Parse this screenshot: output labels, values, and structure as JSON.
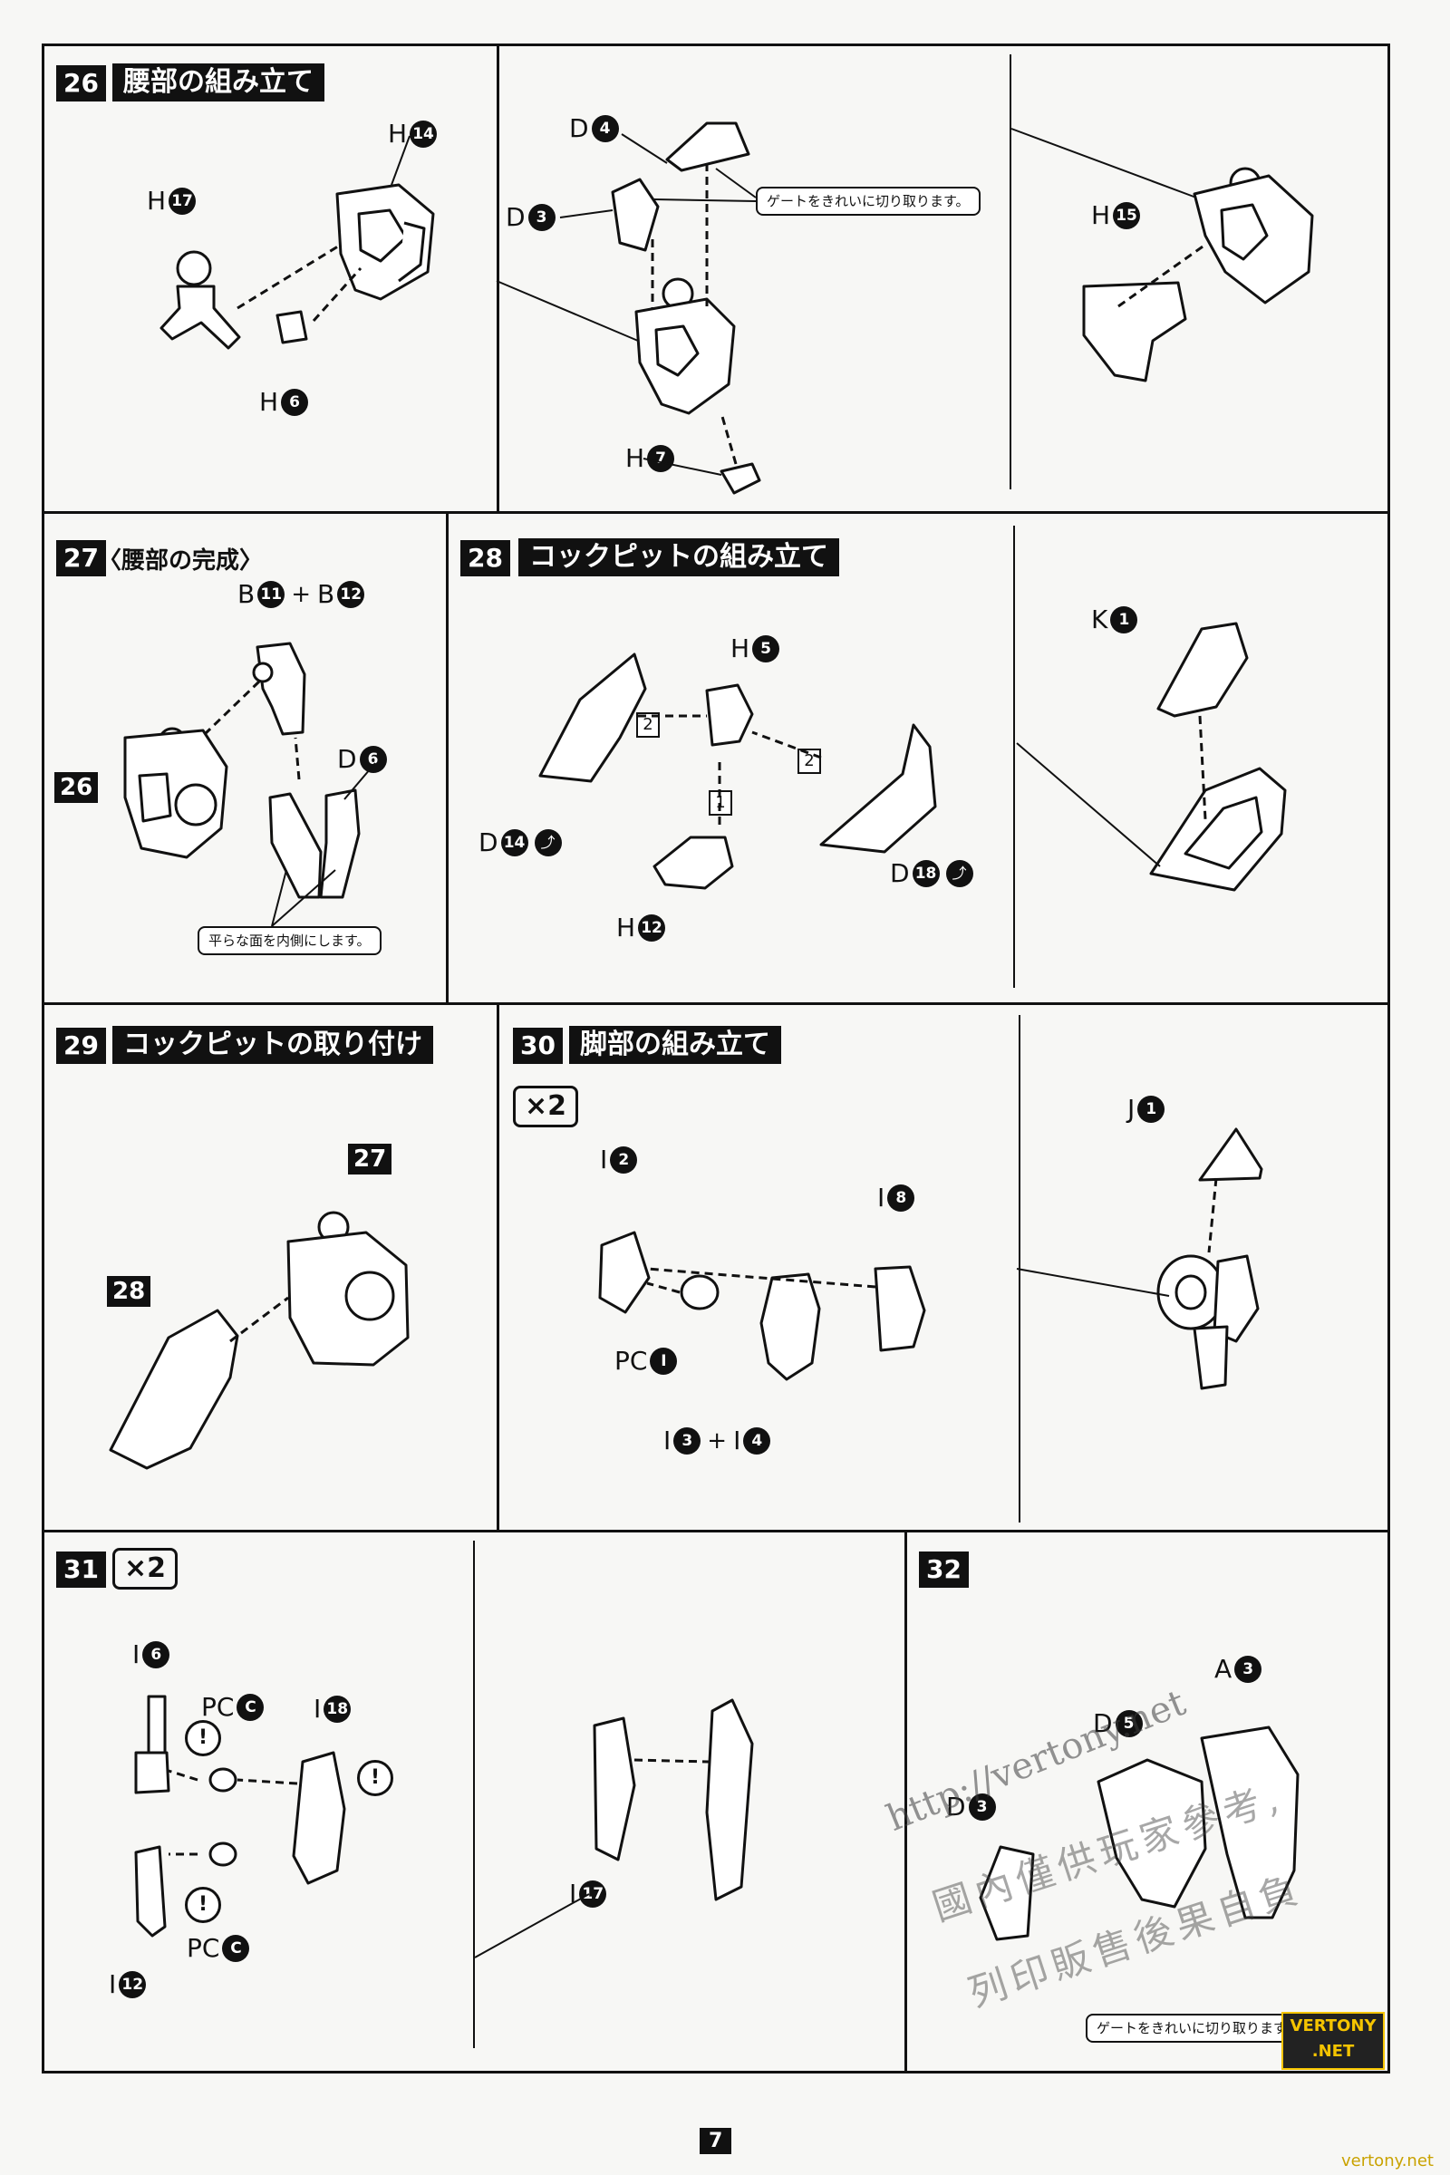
{
  "page_number": "7",
  "steps": {
    "s26": {
      "num": "26",
      "title": "腰部の組み立て",
      "note": "ゲートをきれいに切り取ります。"
    },
    "s27": {
      "num": "27",
      "title": "〈腰部の完成〉",
      "note": "平らな面を内側にします。",
      "ref": "26"
    },
    "s28": {
      "num": "28",
      "title": "コックピットの組み立て"
    },
    "s29": {
      "num": "29",
      "title": "コックピットの取り付け",
      "ref_a": "27",
      "ref_b": "28"
    },
    "s30": {
      "num": "30",
      "title": "脚部の組み立て",
      "multiplier": "×2"
    },
    "s31": {
      "num": "31",
      "multiplier": "×2"
    },
    "s32": {
      "num": "32",
      "note": "ゲートをきれいに切り取ります。"
    }
  },
  "labels": {
    "h14": {
      "letter": "H",
      "n": "14"
    },
    "h17": {
      "letter": "H",
      "n": "17"
    },
    "h6": {
      "letter": "H",
      "n": "6"
    },
    "d4": {
      "letter": "D",
      "n": "4"
    },
    "d3": {
      "letter": "D",
      "n": "3"
    },
    "h7": {
      "letter": "H",
      "n": "7"
    },
    "h15": {
      "letter": "H",
      "n": "15"
    },
    "b11": {
      "letter": "B",
      "n": "11"
    },
    "b12": {
      "letter": "B",
      "n": "12"
    },
    "d6": {
      "letter": "D",
      "n": "6"
    },
    "h5": {
      "letter": "H",
      "n": "5"
    },
    "d14": {
      "letter": "D",
      "n": "14"
    },
    "d18": {
      "letter": "D",
      "n": "18"
    },
    "h12": {
      "letter": "H",
      "n": "12"
    },
    "k1": {
      "letter": "K",
      "n": "1"
    },
    "i2": {
      "letter": "I",
      "n": "2"
    },
    "i8": {
      "letter": "I",
      "n": "8"
    },
    "pci": {
      "letter": "PC",
      "n": "I"
    },
    "i3": {
      "letter": "I",
      "n": "3"
    },
    "i4": {
      "letter": "I",
      "n": "4"
    },
    "j1": {
      "letter": "J",
      "n": "1"
    },
    "i6": {
      "letter": "I",
      "n": "6"
    },
    "pcc1": {
      "letter": "PC",
      "n": "C"
    },
    "i18": {
      "letter": "I",
      "n": "18"
    },
    "i12": {
      "letter": "I",
      "n": "12"
    },
    "pcc2": {
      "letter": "PC",
      "n": "C"
    },
    "i17": {
      "letter": "I",
      "n": "17"
    },
    "a3": {
      "letter": "A",
      "n": "3"
    },
    "d5": {
      "letter": "D",
      "n": "5"
    },
    "d8": {
      "letter": "D",
      "n": "3"
    }
  },
  "plus": "+",
  "step_order": {
    "one": "1",
    "two": "2"
  },
  "exclamation": "!",
  "glue_icon": "⤴",
  "watermark": {
    "line1": "http://vertony.net",
    "line2": "國內僅供玩家參考,",
    "line3": "列印販售後果自負"
  },
  "logo_text": {
    "line1": "VERTONY",
    "line2": ".NET"
  },
  "footer_url": "vertony.net"
}
